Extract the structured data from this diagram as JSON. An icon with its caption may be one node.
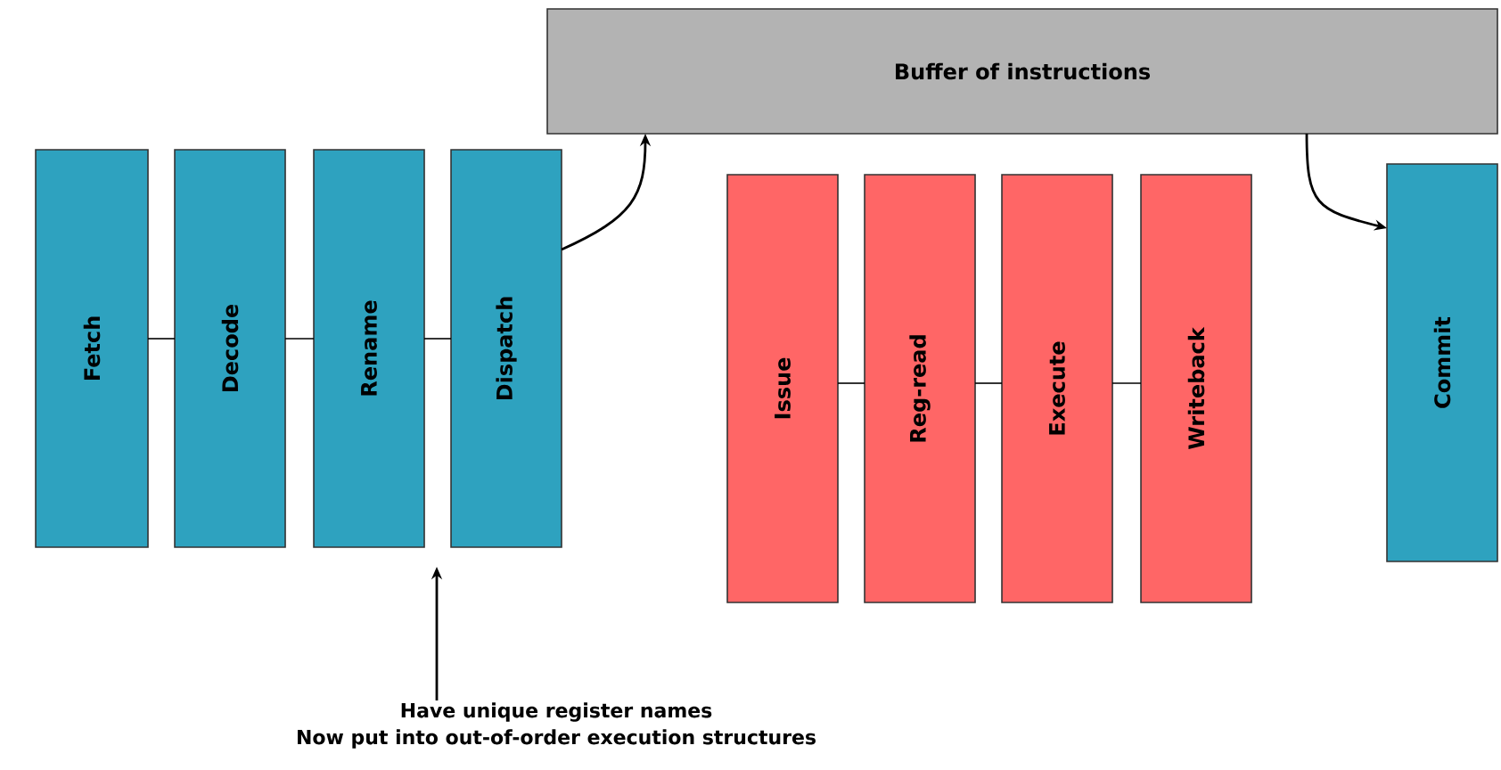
{
  "diagram": {
    "nodes": [
      {
        "text": [
          "Fetch"
        ]
      },
      {
        "text": [
          "Decode"
        ]
      },
      {
        "text": [
          "Rename"
        ]
      },
      {
        "text": [
          "Dispatch"
        ]
      },
      {
        "text": [
          "Buffer of instructions"
        ]
      },
      {
        "text": [
          "Issue"
        ]
      },
      {
        "text": [
          "Reg-read"
        ]
      },
      {
        "text": [
          "Execute"
        ]
      },
      {
        "text": [
          "Writeback"
        ]
      },
      {
        "text": [
          "Commit"
        ]
      },
      {
        "text": [
          "Have unique register names",
          "Now put into out-of-order execution structures"
        ]
      }
    ],
    "edges": [
      {
        "from": 0,
        "to": 1,
        "arrow": "none"
      },
      {
        "from": 1,
        "to": 2,
        "arrow": "none"
      },
      {
        "from": 2,
        "to": 3,
        "arrow": "none"
      },
      {
        "from": 3,
        "to": 4,
        "arrow": "to"
      },
      {
        "from": 4,
        "to": 9,
        "arrow": "to"
      },
      {
        "from": 5,
        "to": 6,
        "arrow": "none"
      },
      {
        "from": 6,
        "to": 7,
        "arrow": "none"
      },
      {
        "from": 7,
        "to": 8,
        "arrow": "none"
      },
      {
        "from": 10,
        "to": null,
        "arrow": "to"
      }
    ]
  }
}
